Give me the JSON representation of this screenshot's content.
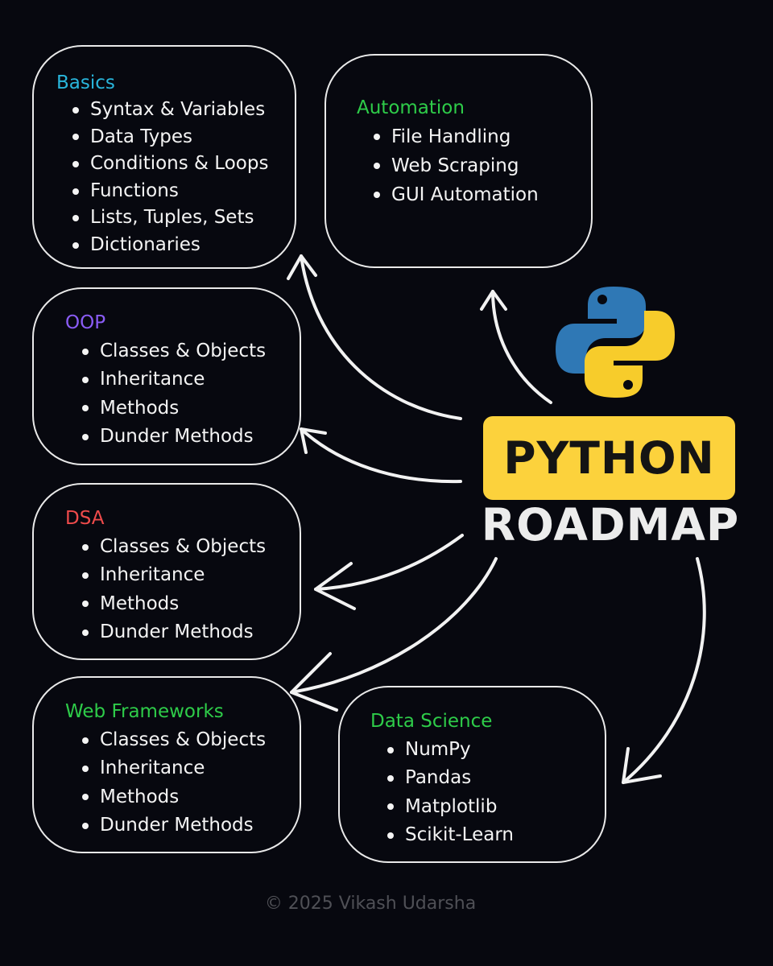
{
  "brand": {
    "title": "PYTHON",
    "subtitle": "ROADMAP",
    "logo": "python-logo-icon",
    "badge_color": "#fcd23c",
    "logo_colors": [
      "#2f78b5",
      "#f7cc2b"
    ]
  },
  "cards": {
    "basics": {
      "title": "Basics",
      "color": "#29b6dc",
      "items": [
        "Syntax & Variables",
        "Data Types",
        "Conditions & Loops",
        "Functions",
        "Lists, Tuples, Sets",
        "Dictionaries"
      ]
    },
    "automation": {
      "title": "Automation",
      "color": "#2ecc49",
      "items": [
        "File Handling",
        "Web Scraping",
        "GUI Automation"
      ]
    },
    "oop": {
      "title": "OOP",
      "color": "#8a5cf5",
      "items": [
        "Classes & Objects",
        "Inheritance",
        "Methods",
        "Dunder Methods"
      ]
    },
    "dsa": {
      "title": "DSA",
      "color": "#ef4b4b",
      "items": [
        "Classes & Objects",
        "Inheritance",
        "Methods",
        "Dunder Methods"
      ]
    },
    "web": {
      "title": "Web Frameworks",
      "color": "#2ecc49",
      "items": [
        "Classes & Objects",
        "Inheritance",
        "Methods",
        "Dunder Methods"
      ]
    },
    "data_science": {
      "title": "Data Science",
      "color": "#2ecc49",
      "items": [
        "NumPy",
        "Pandas",
        "Matplotlib",
        "Scikit-Learn"
      ]
    }
  },
  "footer": {
    "text": "© 2025 Vikash Udarsha"
  }
}
